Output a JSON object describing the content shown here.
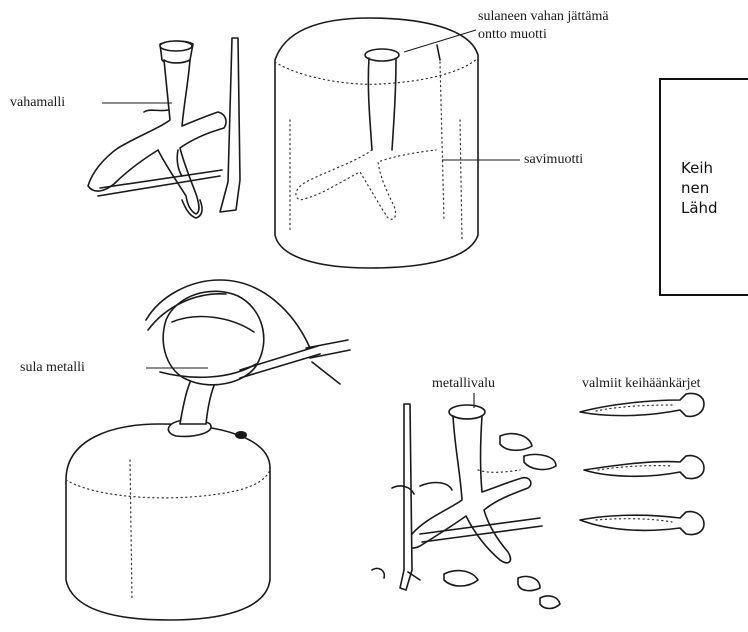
{
  "labels": {
    "hollow_mould": [
      "sulaneen vahan jättämä",
      "ontto muotti"
    ],
    "wax_model": "vahamalli",
    "clay_mould": "savimuotti",
    "molten_metal": "sula metalli",
    "metal_casting": "metallivalu",
    "finished_spearheads": "valmiit keihäänkärjet"
  },
  "caption": {
    "lines": [
      "Keih",
      "nen",
      "Lähd"
    ]
  }
}
